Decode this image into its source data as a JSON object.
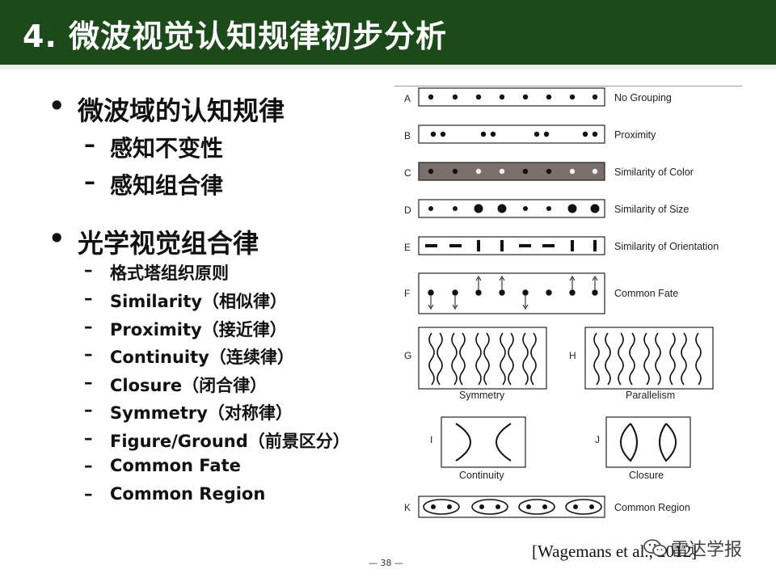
{
  "header": {
    "title": "4. 微波视觉认知规律初步分析",
    "bg_color": "#1d4a1a"
  },
  "content": {
    "sections": [
      {
        "label": "微波域的认知规律",
        "items": [
          "感知不变性",
          "感知组合律"
        ]
      },
      {
        "label": "光学视觉组合律",
        "items": [
          "格式塔组织原则",
          "Similarity（相似律）",
          "Proximity（接近律）",
          "Continuity（连续律）",
          "Closure（闭合律）",
          "Symmetry（对称律）",
          "Figure/Ground（前景区分）",
          "Common Fate",
          "Common Region"
        ]
      }
    ],
    "bullet": "•",
    "dash": "–"
  },
  "figure": {
    "rows": [
      {
        "letter": "A",
        "label": "No Grouping"
      },
      {
        "letter": "B",
        "label": "Proximity"
      },
      {
        "letter": "C",
        "label": "Similarity of Color"
      },
      {
        "letter": "D",
        "label": "Similarity of Size"
      },
      {
        "letter": "E",
        "label": "Similarity of Orientation"
      },
      {
        "letter": "F",
        "label": "Common Fate"
      },
      {
        "letter": "G",
        "label": "Symmetry"
      },
      {
        "letter": "H",
        "label": "Parallelism"
      },
      {
        "letter": "I",
        "label": "Continuity"
      },
      {
        "letter": "J",
        "label": "Closure"
      },
      {
        "letter": "K",
        "label": "Common Region"
      }
    ]
  },
  "footer": {
    "citation": "[Wagemans et al., 2012]",
    "page_number": "— 38 —",
    "watermark": "雷达学报"
  }
}
